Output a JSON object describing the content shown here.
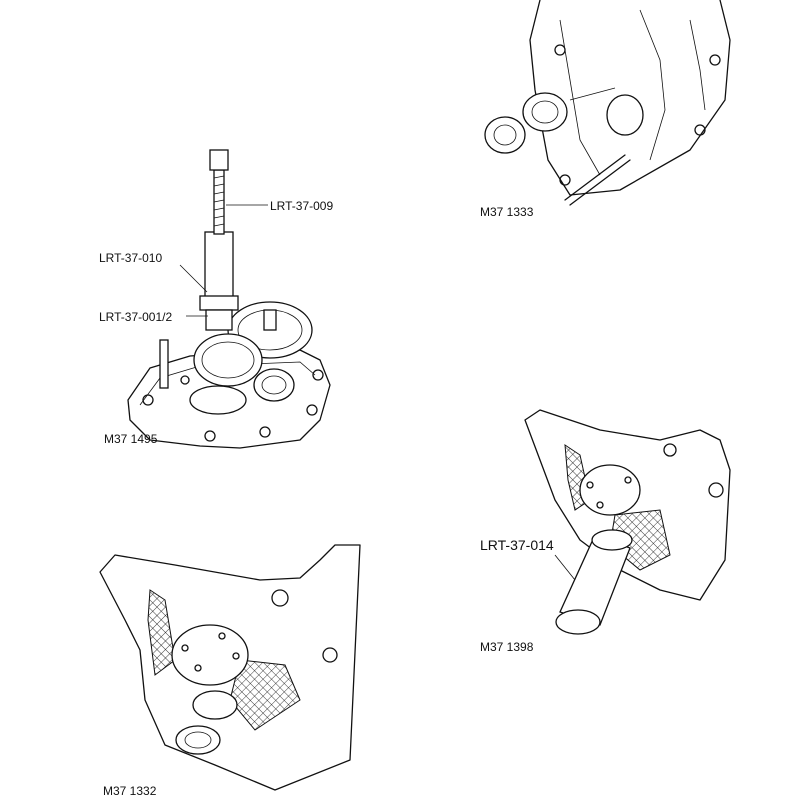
{
  "panels": {
    "top_left": {
      "figure_id": "M37 1495",
      "callouts": [
        "LRT-37-009",
        "LRT-37-010",
        "LRT-37-001/2"
      ]
    },
    "top_right": {
      "figure_id": "M37 1333"
    },
    "bottom_left": {
      "figure_id": "M37 1332"
    },
    "bottom_right": {
      "figure_id": "M37 1398",
      "callouts": [
        "LRT-37-014"
      ]
    }
  }
}
